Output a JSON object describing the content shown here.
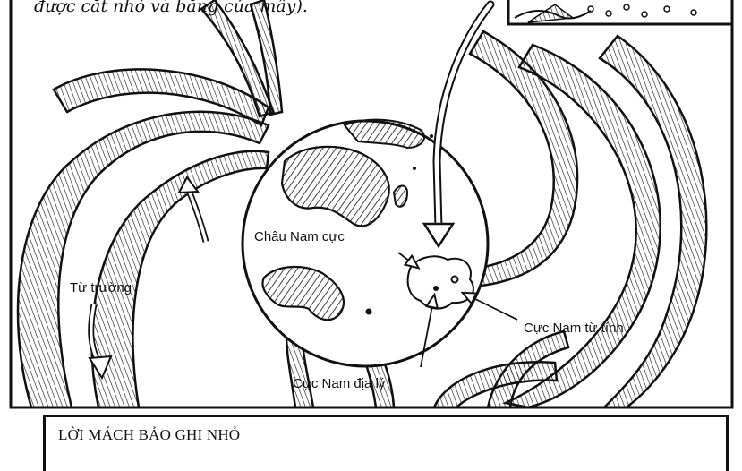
{
  "caption_fragment": "được cắt nhỏ và bằng của mây).",
  "labels": {
    "antarctica": "Châu Nam cực",
    "magnetic_field": "Từ trường",
    "magnetic_south_pole": "Cực Nam từ tính",
    "geographic_south_pole": "Cực Nam địa lý"
  },
  "note_box": {
    "title": "LỜI MÁCH BẢO GHI NHỎ"
  }
}
